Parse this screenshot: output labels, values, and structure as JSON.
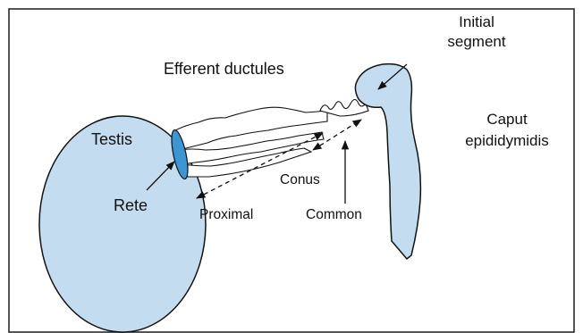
{
  "labels": {
    "efferent_ductules": "Efferent ductules",
    "initial_segment": [
      "Initial",
      "segment"
    ],
    "caput_epididymidis": [
      "Caput",
      "epididymidis"
    ],
    "testis": "Testis",
    "rete": "Rete",
    "conus": "Conus",
    "proximal": "Proximal",
    "common": "Common"
  },
  "colors": {
    "organ_fill": "#c4dcf0",
    "rete_fill": "#3b96d6",
    "stroke": "#111111",
    "frame": "#2a2a2a"
  }
}
